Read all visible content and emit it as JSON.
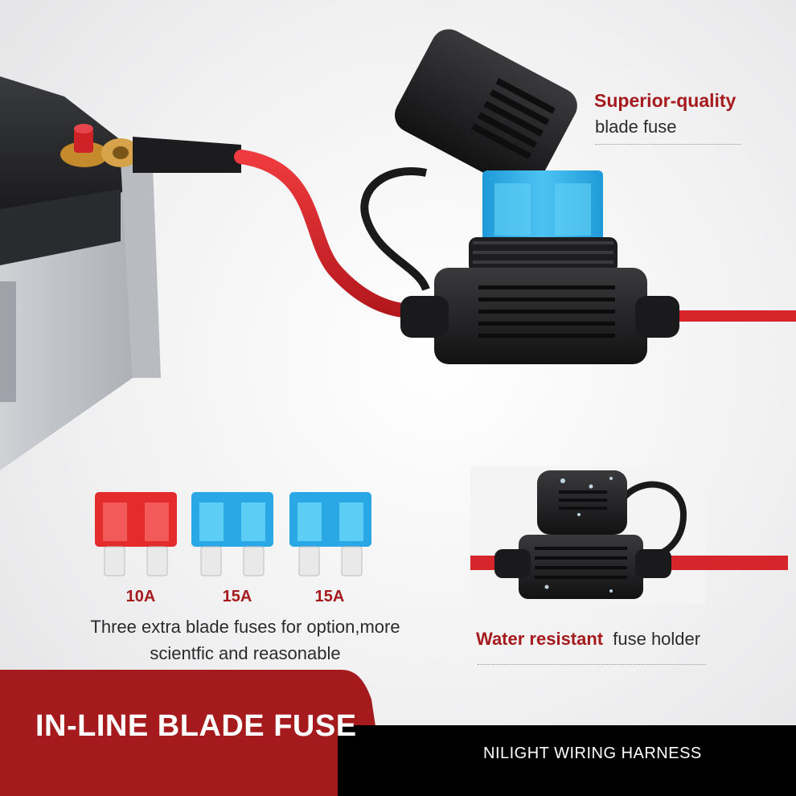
{
  "callout_top": {
    "title": "Superior-quality",
    "subtitle": "blade fuse"
  },
  "extra_fuses": {
    "fuses": [
      {
        "label": "10A",
        "color": "#e52c2c"
      },
      {
        "label": "15A",
        "color": "#2aa8e6"
      },
      {
        "label": "15A",
        "color": "#2aa8e6"
      }
    ],
    "line1": "Three extra blade fuses for option,more",
    "line2": "scientfic and reasonable"
  },
  "callout_bottom": {
    "title": "Water resistant",
    "subtitle": "fuse holder"
  },
  "footer": {
    "title": "IN-LINE BLADE FUSE",
    "brand": "NILIGHT WIRING HARNESS"
  },
  "colors": {
    "accent_red": "#a51a1c",
    "wire_red": "#d7262b",
    "fuse_blue": "#2aa8e6",
    "holder_black": "#1d1d1f"
  }
}
